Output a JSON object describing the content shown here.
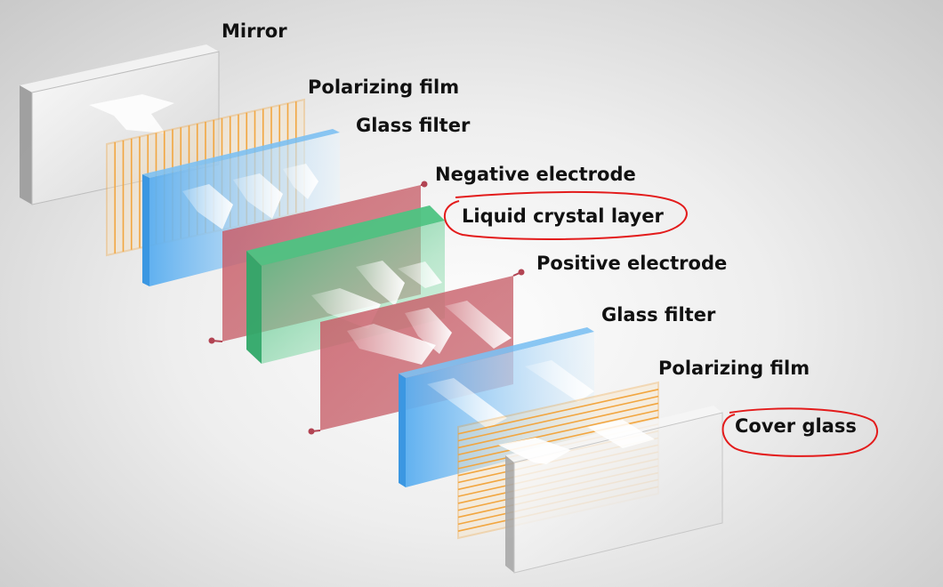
{
  "labels": {
    "mirror": "Mirror",
    "polarizing_film_top": "Polarizing film",
    "glass_filter_top": "Glass filter",
    "negative_electrode": "Negative electrode",
    "liquid_crystal_layer": "Liquid crystal layer",
    "positive_electrode": "Positive electrode",
    "glass_filter_bottom": "Glass filter",
    "polarizing_film_bottom": "Polarizing film",
    "cover_glass": "Cover glass"
  },
  "highlighted": [
    "liquid_crystal_layer",
    "cover_glass"
  ],
  "colors": {
    "glass": "#e6e9ec",
    "polarizer": "#f2a640",
    "filter": "#6fb7ee",
    "electrode": "#c9616a",
    "liquid_crystal": "#4fc486",
    "highlight_circle": "#e31b1b"
  }
}
